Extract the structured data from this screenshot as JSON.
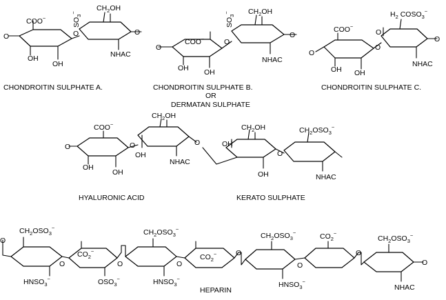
{
  "captions": {
    "cs_a": "CHONDROITIN SULPHATE A.",
    "cs_b": "CHONDROITIN SULPHATE B.",
    "cs_b_or": "OR",
    "cs_b_alt": "DERMATAN SULPHATE",
    "cs_c": "CHONDROITIN SULPHATE C.",
    "hyaluronic": "HYALURONIC ACID",
    "kerato": "KERATO SULPHATE",
    "heparin": "HEPARIN"
  },
  "labels": {
    "coo": "COO",
    "ch2oh": "CH",
    "oh_tail": "OH",
    "oh": "OH",
    "nhac": "NHAC",
    "so3": "SO",
    "o": "O",
    "ch2oso3": "CH",
    "oso3_tail": "OSO",
    "hnso3": "HNSO",
    "oso3": "OSO",
    "co2": "CO",
    "h2cso3": "H",
    "cso3": "COSO",
    "sub2": "2",
    "sub3": "3",
    "charge": "−"
  }
}
